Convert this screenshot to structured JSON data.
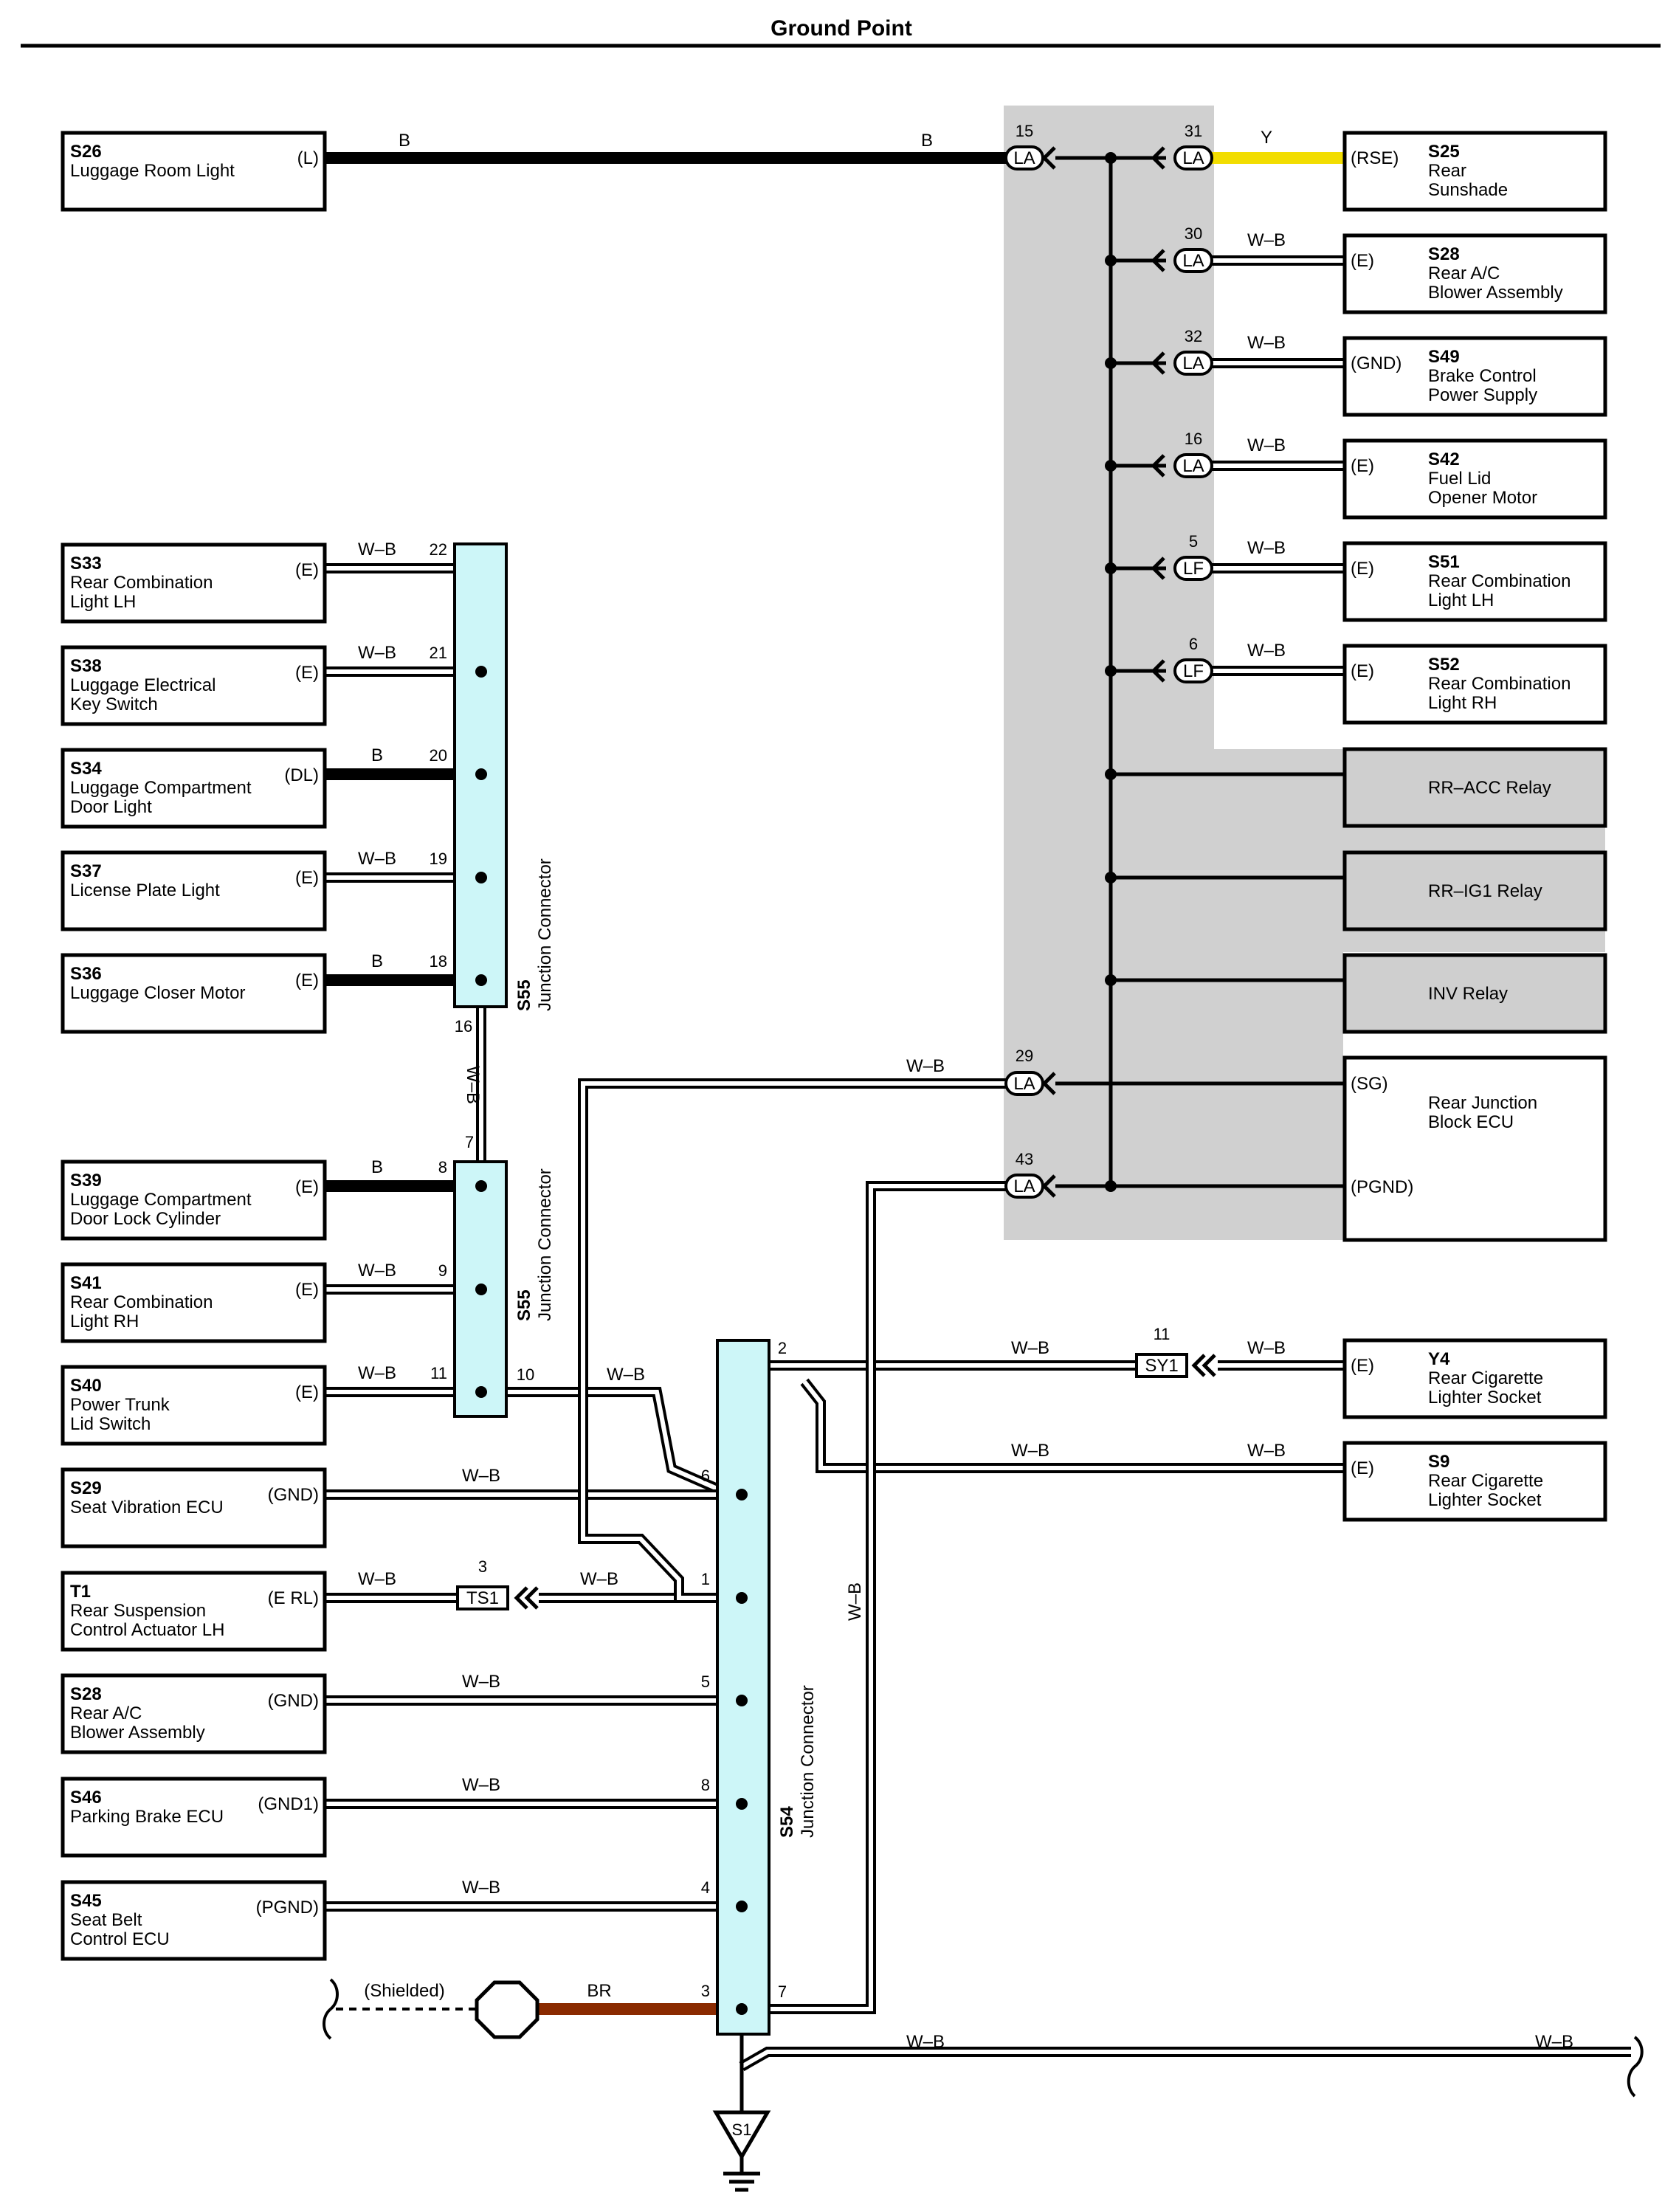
{
  "title": "Ground Point",
  "colors": {
    "wire_black": "#000000",
    "wire_white_black": "#000000",
    "wire_yellow": "#f2dd00",
    "wire_brown": "#8a2a00",
    "junction_fill": "#cdf6f8",
    "shaded_area": "#d0d0d0",
    "relay_fill": "#cfcfcf"
  },
  "left_components": [
    {
      "code": "S26",
      "name": [
        "Luggage Room Light"
      ],
      "pin": "(L)"
    },
    {
      "code": "S33",
      "name": [
        "Rear Combination",
        "Light LH"
      ],
      "pin": "(E)"
    },
    {
      "code": "S38",
      "name": [
        "Luggage Electrical",
        "Key Switch"
      ],
      "pin": "(E)"
    },
    {
      "code": "S34",
      "name": [
        "Luggage Compartment",
        "Door Light"
      ],
      "pin": "(DL)"
    },
    {
      "code": "S37",
      "name": [
        "License Plate Light"
      ],
      "pin": "(E)"
    },
    {
      "code": "S36",
      "name": [
        "Luggage Closer Motor"
      ],
      "pin": "(E)"
    },
    {
      "code": "S39",
      "name": [
        "Luggage Compartment",
        "Door Lock Cylinder"
      ],
      "pin": "(E)"
    },
    {
      "code": "S41",
      "name": [
        "Rear Combination",
        "Light RH"
      ],
      "pin": "(E)"
    },
    {
      "code": "S40",
      "name": [
        "Power Trunk",
        "Lid Switch"
      ],
      "pin": "(E)"
    },
    {
      "code": "S29",
      "name": [
        "Seat Vibration ECU"
      ],
      "pin": "(GND)"
    },
    {
      "code": "T1",
      "name": [
        "Rear Suspension",
        "Control Actuator LH"
      ],
      "pin": "(E RL)"
    },
    {
      "code": "S28",
      "name": [
        "Rear A/C",
        "Blower Assembly"
      ],
      "pin": "(GND)"
    },
    {
      "code": "S46",
      "name": [
        "Parking Brake ECU"
      ],
      "pin": "(GND1)"
    },
    {
      "code": "S45",
      "name": [
        "Seat Belt",
        "Control ECU"
      ],
      "pin": "(PGND)"
    }
  ],
  "right_components": [
    {
      "code": "S25",
      "name": [
        "Rear",
        "Sunshade"
      ],
      "pin": "(RSE)"
    },
    {
      "code": "S28",
      "name": [
        "Rear A/C",
        "Blower Assembly"
      ],
      "pin": "(E)"
    },
    {
      "code": "S49",
      "name": [
        "Brake Control",
        "Power Supply"
      ],
      "pin": "(GND)"
    },
    {
      "code": "S42",
      "name": [
        "Fuel Lid",
        "Opener Motor"
      ],
      "pin": "(E)"
    },
    {
      "code": "S51",
      "name": [
        "Rear Combination",
        "Light LH"
      ],
      "pin": "(E)"
    },
    {
      "code": "S52",
      "name": [
        "Rear Combination",
        "Light RH"
      ],
      "pin": "(E)"
    },
    {
      "code": "Y4",
      "name": [
        "Rear Cigarette",
        "Lighter Socket"
      ],
      "pin": "(E)"
    },
    {
      "code": "S9",
      "name": [
        "Rear Cigarette",
        "Lighter Socket"
      ],
      "pin": "(E)"
    }
  ],
  "relays": [
    "RR–ACC Relay",
    "RR–IG1 Relay",
    "INV Relay"
  ],
  "ecu": {
    "name": [
      "Rear Junction",
      "Block ECU"
    ],
    "pins": [
      "(SG)",
      "(PGND)"
    ]
  },
  "junction_connectors": [
    {
      "code": "S55",
      "name": "Junction Connector"
    },
    {
      "code": "S55",
      "name": "Junction Connector"
    },
    {
      "code": "S54",
      "name": "Junction Connector"
    }
  ],
  "connectors": [
    {
      "id": "LA",
      "pin": "15"
    },
    {
      "id": "LA",
      "pin": "31"
    },
    {
      "id": "LA",
      "pin": "30"
    },
    {
      "id": "LA",
      "pin": "32"
    },
    {
      "id": "LA",
      "pin": "16"
    },
    {
      "id": "LF",
      "pin": "5"
    },
    {
      "id": "LF",
      "pin": "6"
    },
    {
      "id": "LA",
      "pin": "29"
    },
    {
      "id": "LA",
      "pin": "43"
    },
    {
      "id": "SY1",
      "pin": "11"
    },
    {
      "id": "TS1",
      "pin": "3"
    }
  ],
  "wire_colors": {
    "b": "B",
    "wb": "W–B",
    "y": "Y",
    "br": "BR"
  },
  "pins": {
    "s55a": [
      "22",
      "21",
      "20",
      "19",
      "18",
      "16"
    ],
    "s55b": [
      "7",
      "8",
      "9",
      "11",
      "10"
    ],
    "s54": [
      "2",
      "6",
      "1",
      "5",
      "8",
      "4",
      "3",
      "7"
    ]
  },
  "shielded": "(Shielded)",
  "ground": "S1"
}
